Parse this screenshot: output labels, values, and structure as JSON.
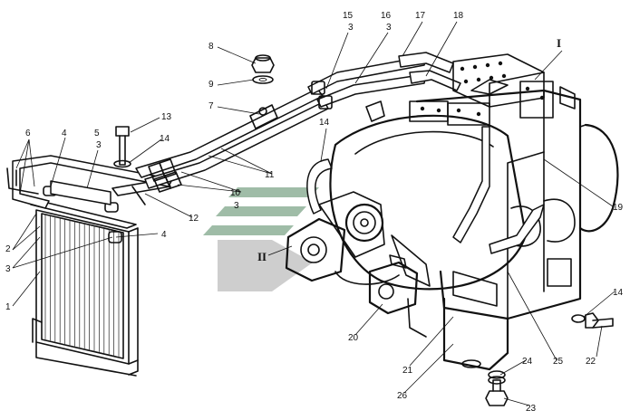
{
  "watermark": {
    "colors": {
      "green": "#7fa58a",
      "gray": "#b9b9b9"
    }
  },
  "callouts": [
    {
      "id": "c1",
      "text": "1"
    },
    {
      "id": "c2",
      "text": "2"
    },
    {
      "id": "c3a",
      "text": "3"
    },
    {
      "id": "c4a",
      "text": "4"
    },
    {
      "id": "c4b",
      "text": "4"
    },
    {
      "id": "c5",
      "text": "5"
    },
    {
      "id": "c5s",
      "text": "3"
    },
    {
      "id": "c6",
      "text": "6"
    },
    {
      "id": "c7",
      "text": "7"
    },
    {
      "id": "c8",
      "text": "8"
    },
    {
      "id": "c9",
      "text": "9"
    },
    {
      "id": "c10",
      "text": "10"
    },
    {
      "id": "c10s",
      "text": "3"
    },
    {
      "id": "c11",
      "text": "11"
    },
    {
      "id": "c12",
      "text": "12"
    },
    {
      "id": "c13",
      "text": "13"
    },
    {
      "id": "c14a",
      "text": "14"
    },
    {
      "id": "c14b",
      "text": "14"
    },
    {
      "id": "c14c",
      "text": "14"
    },
    {
      "id": "c15",
      "text": "15"
    },
    {
      "id": "c15s",
      "text": "3"
    },
    {
      "id": "c16",
      "text": "16"
    },
    {
      "id": "c16s",
      "text": "3"
    },
    {
      "id": "c17",
      "text": "17"
    },
    {
      "id": "c18",
      "text": "18"
    },
    {
      "id": "c19",
      "text": "19"
    },
    {
      "id": "c20",
      "text": "20"
    },
    {
      "id": "c21",
      "text": "21"
    },
    {
      "id": "c22",
      "text": "22"
    },
    {
      "id": "c23",
      "text": "23"
    },
    {
      "id": "c24",
      "text": "24"
    },
    {
      "id": "c25",
      "text": "25"
    },
    {
      "id": "c26",
      "text": "26"
    },
    {
      "id": "cI",
      "text": "I"
    },
    {
      "id": "cII",
      "text": "II"
    }
  ]
}
